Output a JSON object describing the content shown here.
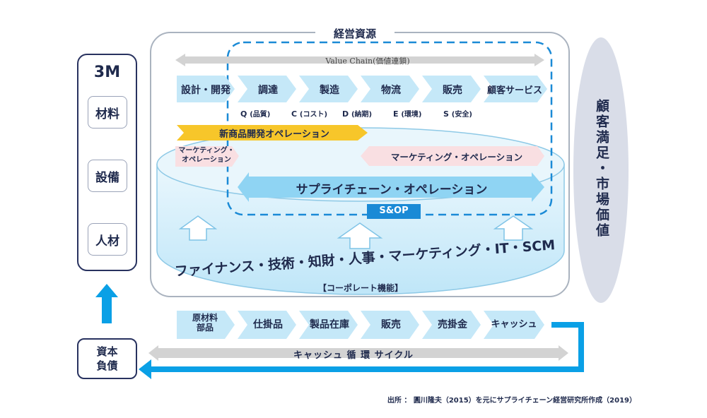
{
  "management_resources": "経営資源",
  "left_panel": {
    "title": "3M",
    "items": [
      "材料",
      "設備",
      "人材"
    ],
    "capital_box": "資本\n負債"
  },
  "value_chain": {
    "label": "Value Chain(価値連鎖)",
    "steps": [
      "設計・開発",
      "調達",
      "製造",
      "物流",
      "販売",
      "顧客サービス"
    ],
    "metrics": [
      {
        "letter": "Q",
        "meaning": "(品質)"
      },
      {
        "letter": "C",
        "meaning": "(コスト)"
      },
      {
        "letter": "D",
        "meaning": "(納期)"
      },
      {
        "letter": "E",
        "meaning": "(環境)"
      },
      {
        "letter": "S",
        "meaning": "(安全)"
      }
    ]
  },
  "operations": {
    "new_product": "新商品開発オペレーション",
    "marketing_left": "マーケティング・\nオペレーション",
    "marketing_right": "マーケティング・オペレーション",
    "supply_chain": "サプライチェーン・オペレーション",
    "sop": "S&OP"
  },
  "corporate": {
    "functions": "ファイナンス・技術・知財・人事・マーケティング・IT・SCM",
    "label": "【コーポレート機能】"
  },
  "customer_value": "顧客満足・市場価値",
  "cash_cycle": {
    "steps": [
      "原材料\n部品",
      "仕掛品",
      "製品在庫",
      "販売",
      "売掛金",
      "キャッシュ"
    ],
    "label": "キャッシュ 循 環 サイクル"
  },
  "source": "出所 ： 圓川隆夫（2015）を元にサプライチェーン経営研究所作成（2019）",
  "colors": {
    "navy": "#28325f",
    "light_blue": "#c5e8f8",
    "arrow_blue": "#0aa0e6",
    "yellow": "#f7c62a",
    "pink": "#f9dfe2",
    "gray_arrow": "#d3d3d3"
  }
}
